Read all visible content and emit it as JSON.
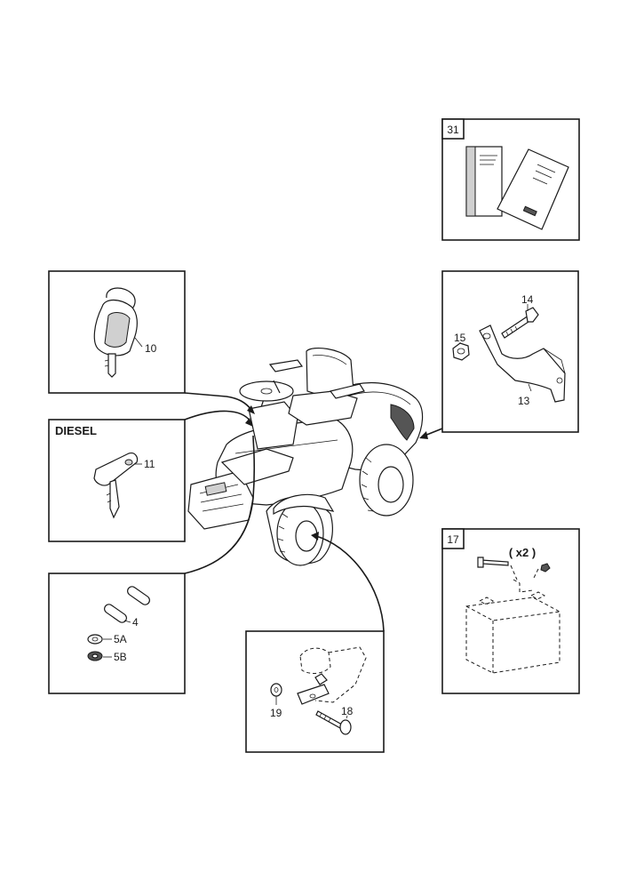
{
  "diagram": {
    "panels": {
      "manuals": {
        "ref": "31"
      },
      "ignition_key": {
        "part_label": "10"
      },
      "diesel_key": {
        "heading": "DIESEL",
        "part_label": "11"
      },
      "pins_washers": {
        "labels": [
          "4",
          "5A",
          "5B"
        ]
      },
      "bracket": {
        "labels": [
          "14",
          "15",
          "13"
        ]
      },
      "battery": {
        "ref": "17",
        "quantity": "( x2 )"
      },
      "axle_hardware": {
        "labels": [
          "19",
          "18"
        ]
      }
    },
    "line_color": "#1a1a1a",
    "shade_color": "#d0d0d0"
  }
}
